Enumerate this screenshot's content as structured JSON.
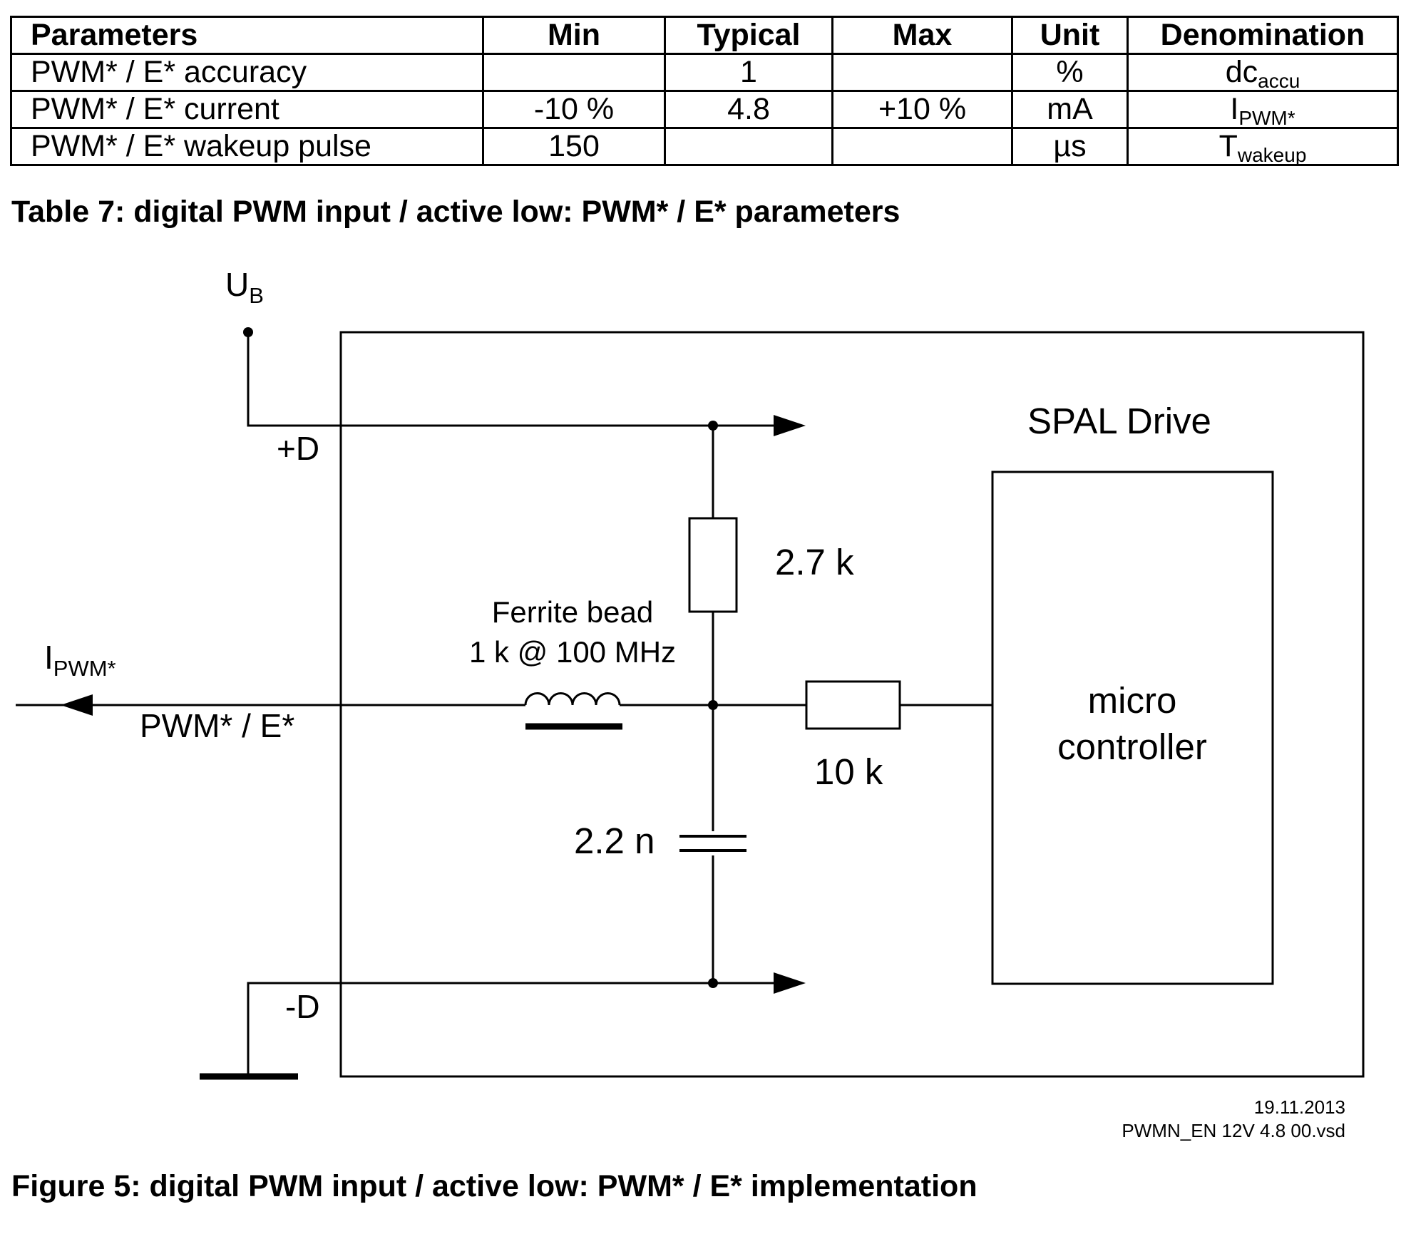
{
  "table": {
    "headers": {
      "parameters": "Parameters",
      "min": "Min",
      "typical": "Typical",
      "max": "Max",
      "unit": "Unit",
      "denomination": "Denomination"
    },
    "rows": [
      {
        "parameter": "PWM* / E* accuracy",
        "min": "",
        "typical": "1",
        "max": "",
        "unit": "%",
        "denom_base": "dc",
        "denom_sub": "accu"
      },
      {
        "parameter": "PWM* / E* current",
        "min": "-10 %",
        "typical": "4.8",
        "max": "+10 %",
        "unit": "mA",
        "denom_base": "I",
        "denom_sub": "PWM*"
      },
      {
        "parameter": "PWM* / E* wakeup pulse",
        "min": "150",
        "typical": "",
        "max": "",
        "unit": "µs",
        "denom_base": "T",
        "denom_sub": "wakeup"
      }
    ]
  },
  "table_caption": "Table 7: digital PWM input / active low: PWM* / E* parameters",
  "diagram": {
    "supply_label": "U",
    "supply_sub": "B",
    "plus_d": "+D",
    "minus_d": "-D",
    "current_label": "I",
    "current_sub": "PWM*",
    "signal_label": "PWM* / E*",
    "ferrite_line1": "Ferrite bead",
    "ferrite_line2": "1 k @ 100 MHz",
    "r_pullup": "2.7 k",
    "r_series": "10 k",
    "capacitor": "2.2 n",
    "drive_label": "SPAL Drive",
    "mcu_line1": "micro",
    "mcu_line2": "controller"
  },
  "footer": {
    "date": "19.11.2013",
    "file": "PWMN_EN 12V 4.8 00.vsd"
  },
  "figure_caption": "Figure 5: digital PWM input / active low: PWM* / E* implementation"
}
